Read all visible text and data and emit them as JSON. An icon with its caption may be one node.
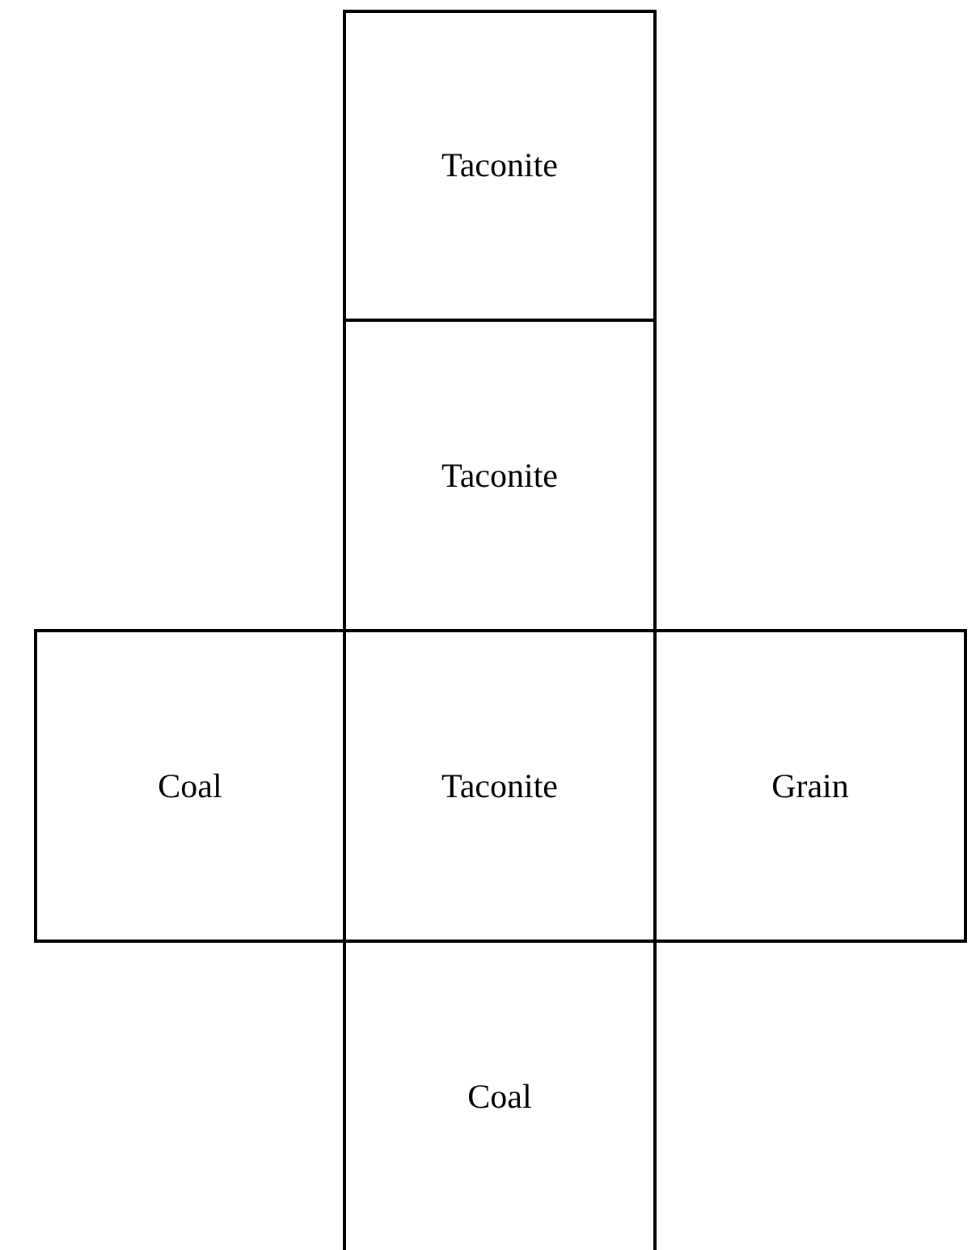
{
  "diagram": {
    "nodes": [
      {
        "text": [
          "Taconite"
        ]
      },
      {
        "text": [
          "Taconite"
        ]
      },
      {
        "text": [
          "Coal"
        ]
      },
      {
        "text": [
          "Taconite"
        ]
      },
      {
        "text": [
          "Grain"
        ]
      },
      {
        "text": [
          "Coal"
        ]
      }
    ]
  }
}
